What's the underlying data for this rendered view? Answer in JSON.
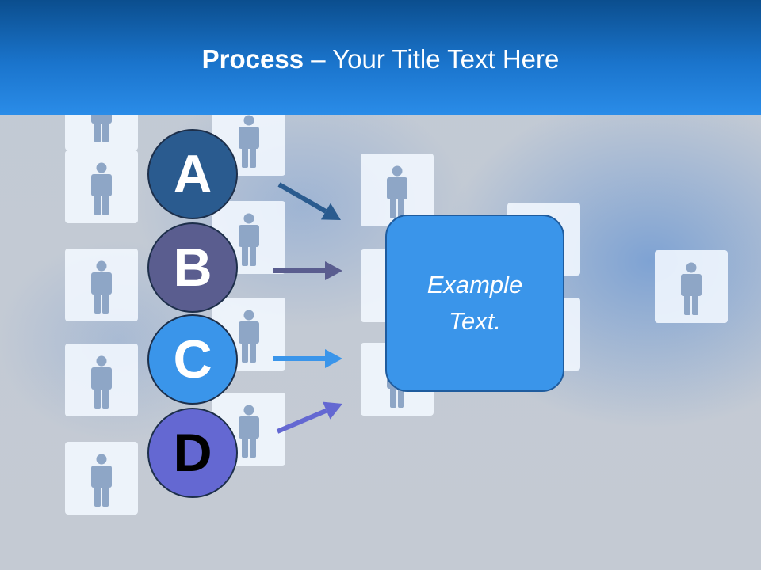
{
  "title": {
    "bold": "Process",
    "rest": " – Your Title Text Here"
  },
  "steps": [
    {
      "label": "A",
      "color": "#2a5b8f",
      "text_color": "#ffffff",
      "arrow_color": "#2a5b8f"
    },
    {
      "label": "B",
      "color": "#5a5d8f",
      "text_color": "#ffffff",
      "arrow_color": "#5a5d8f"
    },
    {
      "label": "C",
      "color": "#3a95ea",
      "text_color": "#ffffff",
      "arrow_color": "#3a95ea"
    },
    {
      "label": "D",
      "color": "#6468d2",
      "text_color": "#000000",
      "arrow_color": "#6468d2"
    }
  ],
  "center_box": {
    "text": "Example Text.",
    "color": "#3a95ea"
  },
  "icons": {
    "person": "person-icon",
    "arrow": "arrow-icon"
  }
}
